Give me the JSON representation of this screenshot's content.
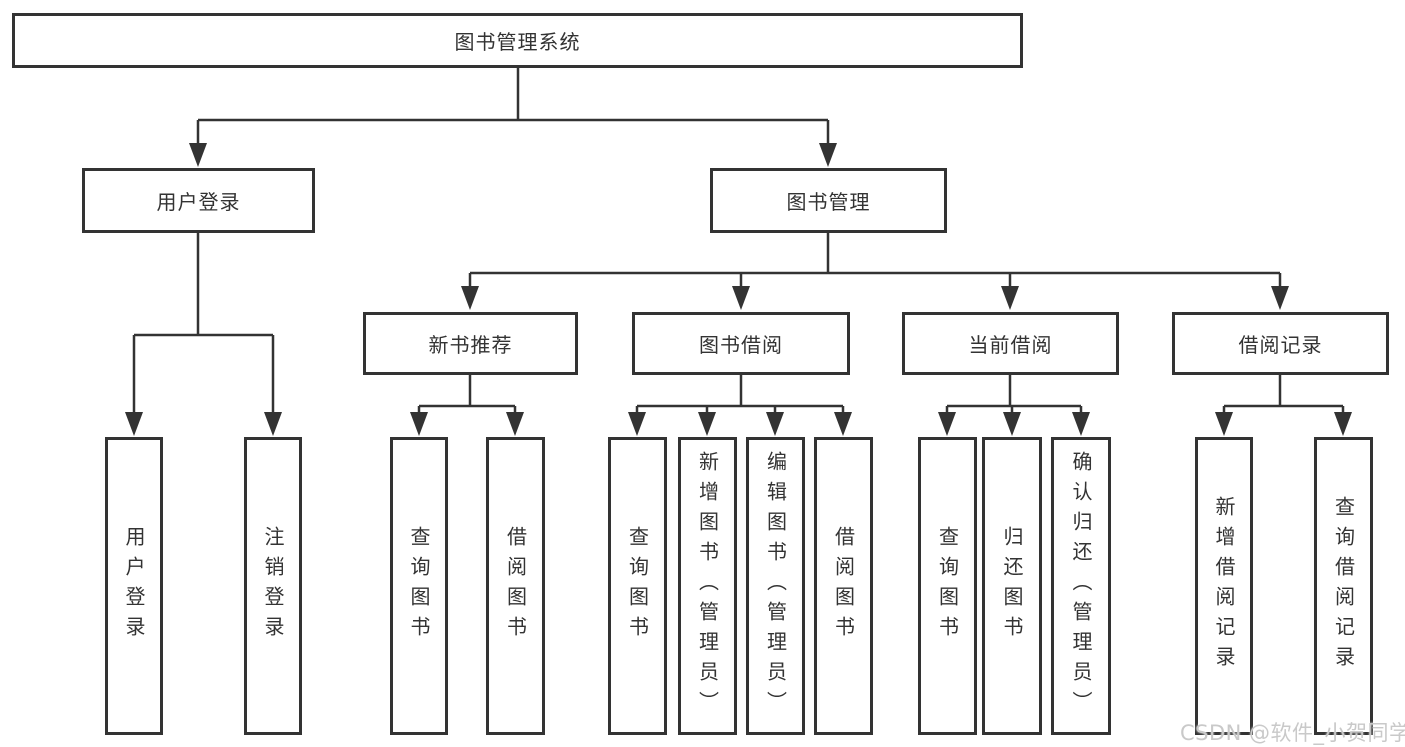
{
  "diagram": {
    "root": {
      "label": "图书管理系统"
    },
    "user_login": {
      "label": "用户登录",
      "children": [
        {
          "label": "用户登录"
        },
        {
          "label": "注销登录"
        }
      ]
    },
    "book_management": {
      "label": "图书管理",
      "children": [
        {
          "label": "新书推荐",
          "children": [
            {
              "label": "查询图书"
            },
            {
              "label": "借阅图书"
            }
          ]
        },
        {
          "label": "图书借阅",
          "children": [
            {
              "label": "查询图书"
            },
            {
              "label": "新增图书（管理员）"
            },
            {
              "label": "编辑图书（管理员）"
            },
            {
              "label": "借阅图书"
            }
          ]
        },
        {
          "label": "当前借阅",
          "children": [
            {
              "label": "查询图书"
            },
            {
              "label": "归还图书"
            },
            {
              "label": "确认归还（管理员）"
            }
          ]
        },
        {
          "label": "借阅记录",
          "children": [
            {
              "label": "新增借阅记录"
            },
            {
              "label": "查询借阅记录"
            }
          ]
        }
      ]
    }
  },
  "watermark": {
    "text": "CSDN @软件_小贺同学"
  },
  "colors": {
    "line": "#333333",
    "box_border": "#333333",
    "text": "#333333",
    "watermark": "#c9c9c9",
    "background": "#ffffff"
  }
}
